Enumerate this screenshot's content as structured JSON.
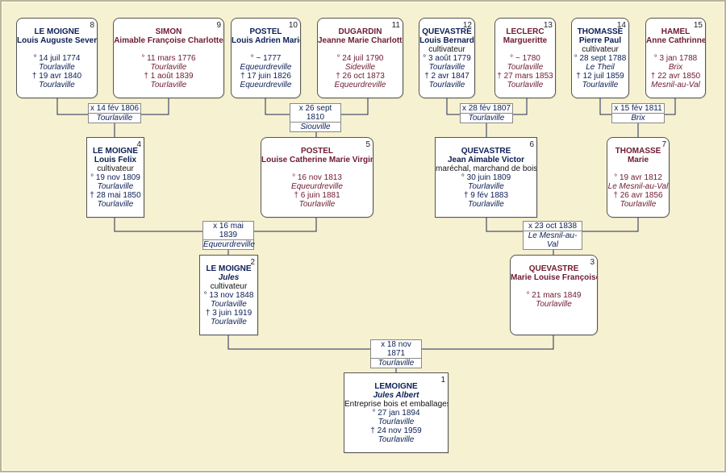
{
  "colors": {
    "background": "#f6f1d0",
    "male_text": "#0c1f55",
    "female_text": "#6e1a30",
    "connector": "#1e2a5a"
  },
  "people": {
    "p8": {
      "num": "8",
      "surname": "LE MOIGNE",
      "given": "Louis Auguste Severe",
      "birth": "° 14 juil 1774",
      "birth_place": "Tourlaville",
      "death": "† 19 avr 1840",
      "death_place": "Tourlaville"
    },
    "p9": {
      "num": "9",
      "surname": "SIMON",
      "given": "Aimable Françoise Charlotte",
      "birth": "° 11 mars 1776",
      "birth_place": "Tourlaville",
      "death": "† 1 août 1839",
      "death_place": "Tourlaville"
    },
    "p10": {
      "num": "10",
      "surname": "POSTEL",
      "given": "Louis Adrien Marie",
      "birth": "° ~ 1777",
      "birth_place": "Equeurdreville",
      "death": "† 17 juin 1826",
      "death_place": "Equeurdreville"
    },
    "p11": {
      "num": "11",
      "surname": "DUGARDIN",
      "given": "Jeanne Marie Charlotte",
      "birth": "° 24 juil 1790",
      "birth_place": "Sideville",
      "death": "† 26 oct 1873",
      "death_place": "Equeurdreville"
    },
    "p12": {
      "num": "12",
      "surname": "QUEVASTRE",
      "given": "Louis Bernard",
      "occupation": "cultivateur",
      "birth": "° 3 août 1779",
      "birth_place": "Tourlaville",
      "death": "† 2 avr 1847",
      "death_place": "Tourlaville"
    },
    "p13": {
      "num": "13",
      "surname": "LECLERC",
      "given": "Margueritte",
      "birth": "° ~ 1780",
      "birth_place": "Tourlaville",
      "death": "† 27 mars 1853",
      "death_place": "Tourlaville"
    },
    "p14": {
      "num": "14",
      "surname": "THOMASSE",
      "given": "Pierre Paul",
      "occupation": "cultivateur",
      "birth": "° 28 sept 1788",
      "birth_place": "Le Theil",
      "death": "† 12 juil 1859",
      "death_place": "Tourlaville"
    },
    "p15": {
      "num": "15",
      "surname": "HAMEL",
      "given": "Anne Cathrinne",
      "birth": "° 3 jan 1788",
      "birth_place": "Brix",
      "death": "† 22 avr 1850",
      "death_place": "Mesnil-au-Val"
    },
    "p4": {
      "num": "4",
      "surname": "LE MOIGNE",
      "given": "Louis Felix",
      "occupation": "cultivateur",
      "birth": "° 19 nov 1809",
      "birth_place": "Tourlaville",
      "death": "† 28 mai 1850",
      "death_place": "Tourlaville"
    },
    "p5": {
      "num": "5",
      "surname": "POSTEL",
      "given": "Louise Catherine Marie Virginie",
      "birth": "° 16 nov 1813",
      "birth_place": "Equeurdreville",
      "death": "† 6 juin 1881",
      "death_place": "Tourlaville"
    },
    "p6": {
      "num": "6",
      "surname": "QUEVASTRE",
      "given": "Jean Aimable Victor",
      "occupation": "maréchal, marchand de bois",
      "birth": "° 30 juin 1809",
      "birth_place": "Tourlaville",
      "death": "† 9 fév 1883",
      "death_place": "Tourlaville"
    },
    "p7": {
      "num": "7",
      "surname": "THOMASSE",
      "given": "Marie",
      "birth": "° 19 avr 1812",
      "birth_place": "Le Mesnil-au-Val",
      "death": "† 26 avr 1856",
      "death_place": "Tourlaville"
    },
    "p2": {
      "num": "2",
      "surname": "LE MOIGNE",
      "given": "Jules",
      "occupation": "cultivateur",
      "birth": "° 13 nov 1848",
      "birth_place": "Tourlaville",
      "death": "† 3 juin 1919",
      "death_place": "Tourlaville"
    },
    "p3": {
      "num": "3",
      "surname": "QUEVASTRE",
      "given": "Marie Louise Françoise",
      "birth": "° 21 mars 1849",
      "birth_place": "Tourlaville"
    },
    "p1": {
      "num": "1",
      "surname": "LEMOIGNE",
      "given": "Jules Albert",
      "occupation": "Entreprise bois et emballages",
      "birth": "° 27 jan 1894",
      "birth_place": "Tourlaville",
      "death": "† 24 nov 1959",
      "death_place": "Tourlaville"
    }
  },
  "marriages": {
    "m8_9": {
      "date": "x 14 fév 1806",
      "place": "Tourlaville"
    },
    "m10_11": {
      "date": "x 26 sept 1810",
      "place": "Siouville"
    },
    "m12_13": {
      "date": "x 28 fév 1807",
      "place": "Tourlaville"
    },
    "m14_15": {
      "date": "x 15 fév 1811",
      "place": "Brix"
    },
    "m4_5": {
      "date": "x 16 mai 1839",
      "place": "Equeurdreville"
    },
    "m6_7": {
      "date": "x 23 oct 1838",
      "place": "Le Mesnil-au-Val"
    },
    "m2_3": {
      "date": "x 18 nov 1871",
      "place": "Tourlaville"
    }
  }
}
